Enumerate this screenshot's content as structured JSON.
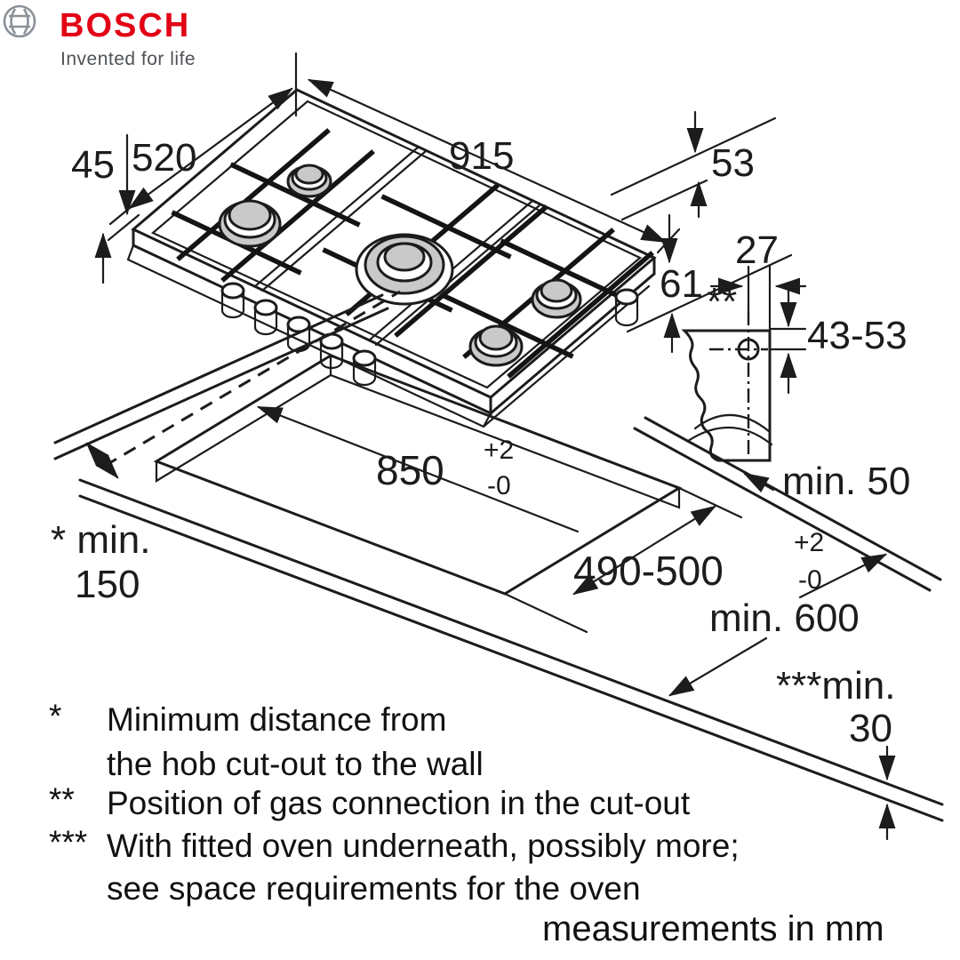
{
  "logo": {
    "brand": "BOSCH",
    "tagline": "Invented for life",
    "brand_color": "#e20015",
    "symbol": "bosch-armature-icon"
  },
  "diagram": {
    "line_color": "#1c1c1c",
    "burner_fill": "#c9c9c9",
    "hob": {
      "width": "915",
      "depth": "520",
      "edge_height": "45",
      "side_height": "53",
      "base_height": "61"
    },
    "gas_connection": {
      "offset_horizontal": "27",
      "offset_vertical": "43-53",
      "marker": "**"
    },
    "cutout": {
      "width": "850",
      "width_tol_sup": "+2",
      "width_tol_sub": "-0",
      "depth": "490-500",
      "depth_tol_sup": "+2",
      "depth_tol_sub": "-0"
    },
    "clearances": {
      "wall_line1": "* min.",
      "wall_line2": "150",
      "side": "min. 50",
      "front": "min. 600",
      "below_line1": "***min.",
      "below_line2": "30"
    }
  },
  "footnotes": [
    {
      "symbol": "*",
      "lines": [
        "Minimum distance from",
        "the hob cut-out to the wall"
      ]
    },
    {
      "symbol": "**",
      "lines": [
        "Position of gas connection in the cut-out"
      ]
    },
    {
      "symbol": "***",
      "lines": [
        "With fitted oven underneath, possibly more;",
        "see space requirements for the oven"
      ]
    }
  ],
  "units_note": "measurements in mm"
}
